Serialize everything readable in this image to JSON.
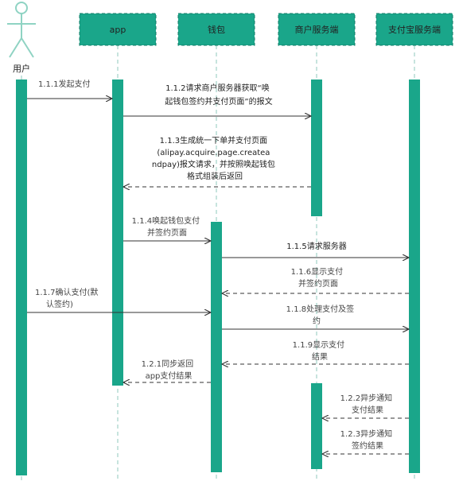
{
  "actor": {
    "label": "用户"
  },
  "participants": [
    {
      "id": "app",
      "label": "app"
    },
    {
      "id": "wallet",
      "label": "钱包"
    },
    {
      "id": "merchant",
      "label": "商户服务端"
    },
    {
      "id": "alipay",
      "label": "支付宝服务端"
    }
  ],
  "messages": [
    {
      "id": "m111",
      "lines": [
        "1.1.1发起支付"
      ]
    },
    {
      "id": "m112",
      "lines": [
        "1.1.2请求商户服务器获取“唤",
        "起钱包签约并支付页面”的报文"
      ]
    },
    {
      "id": "m113",
      "lines": [
        "1.1.3生成统一下单并支付页面",
        "(alipay.acquire.page.createa",
        "ndpay)报文请求，并按照唤起钱包",
        "格式组装后返回"
      ]
    },
    {
      "id": "m114",
      "lines": [
        "1.1.4唤起钱包支付",
        "并签约页面"
      ]
    },
    {
      "id": "m115",
      "lines": [
        "1.1.5请求服务器"
      ]
    },
    {
      "id": "m116",
      "lines": [
        "1.1.6显示支付",
        "并签约页面"
      ]
    },
    {
      "id": "m117",
      "lines": [
        "1.1.7确认支付(默",
        "认签约)"
      ]
    },
    {
      "id": "m118",
      "lines": [
        "1.1.8处理支付及签",
        "约"
      ]
    },
    {
      "id": "m119",
      "lines": [
        "1.1.9显示支付",
        "结果"
      ]
    },
    {
      "id": "m121",
      "lines": [
        "1.2.1同步返回",
        "app支付结果"
      ]
    },
    {
      "id": "m122",
      "lines": [
        "1.2.2异步通知",
        "支付结果"
      ]
    },
    {
      "id": "m123",
      "lines": [
        "1.2.3异步通知",
        "签约结果"
      ]
    }
  ],
  "colors": {
    "activation": "#1aa68a",
    "header_fill": "#1aa68a",
    "header_stroke": "#0e7a64",
    "actor": "#8fd3c3",
    "lifeline": "#8fc9bd",
    "arrow": "#333333"
  }
}
